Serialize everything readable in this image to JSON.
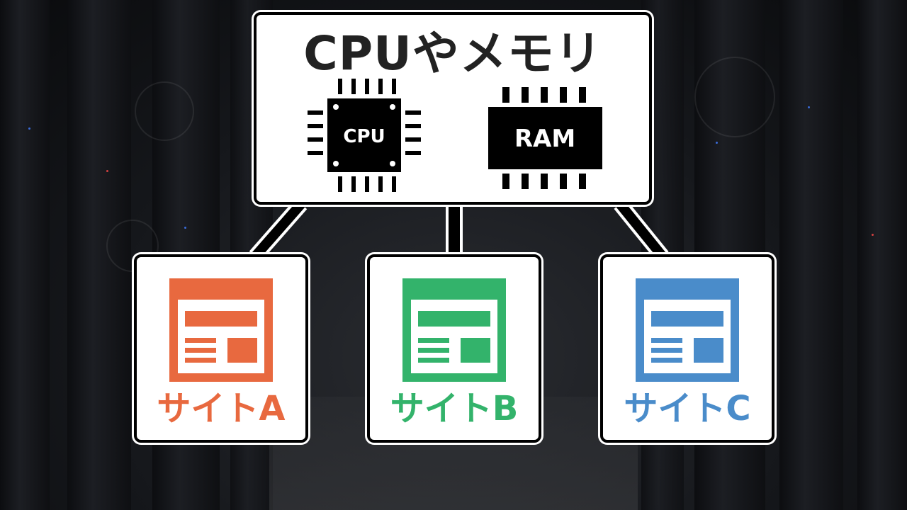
{
  "main": {
    "title": "CPUやメモリ",
    "cpu_label": "CPU",
    "ram_label": "RAM"
  },
  "sites": [
    {
      "label": "サイトA",
      "color": "#e8693f"
    },
    {
      "label": "サイトB",
      "color": "#33b36b"
    },
    {
      "label": "サイトC",
      "color": "#4a8cca"
    }
  ]
}
